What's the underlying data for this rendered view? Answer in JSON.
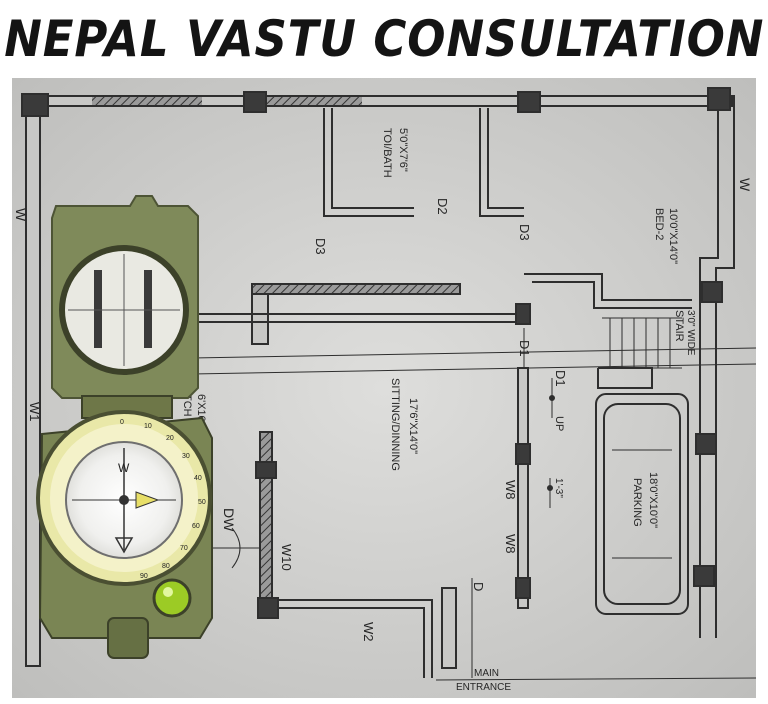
{
  "banner": {
    "title": "NEPAL VASTU CONSULTATION"
  },
  "plan": {
    "toilet": "TOI/BATH",
    "toilet_size": "5'0\"X7'6\"",
    "bed": "BED-2",
    "bed_size": "10'0\"X14'0\"",
    "sitting": "SITTING/DINNING",
    "sitting_size": "17'6\"X14'0\"",
    "parking": "PARKING",
    "parking_size": "18'0\"X10'0\"",
    "stair": "STAIR",
    "stair_width": "3'0\" WIDE",
    "up": "UP",
    "entrance_line1": "MAIN",
    "entrance_line2": "ENTRANCE",
    "d1": "D1",
    "d2": "D2",
    "d3": "D3",
    "d": "D",
    "dw": "DW",
    "w": "W",
    "w1": "W1",
    "w2": "W2",
    "w8": "W8",
    "w10": "W10",
    "dim_13": "1'-3\"",
    "kitchen_partial": "TCH",
    "kitchen_size_partial": "6'X10"
  },
  "compass": {
    "ring_numbers": [
      "0",
      "10",
      "20",
      "30",
      "40",
      "50",
      "60",
      "70",
      "80",
      "90"
    ],
    "w_letter": "W"
  },
  "colors": {
    "paper": "#d2d2d0",
    "wall": "#2e2e2e",
    "compass_body": "#7f8a5a",
    "dial": "#f4f2c9"
  }
}
